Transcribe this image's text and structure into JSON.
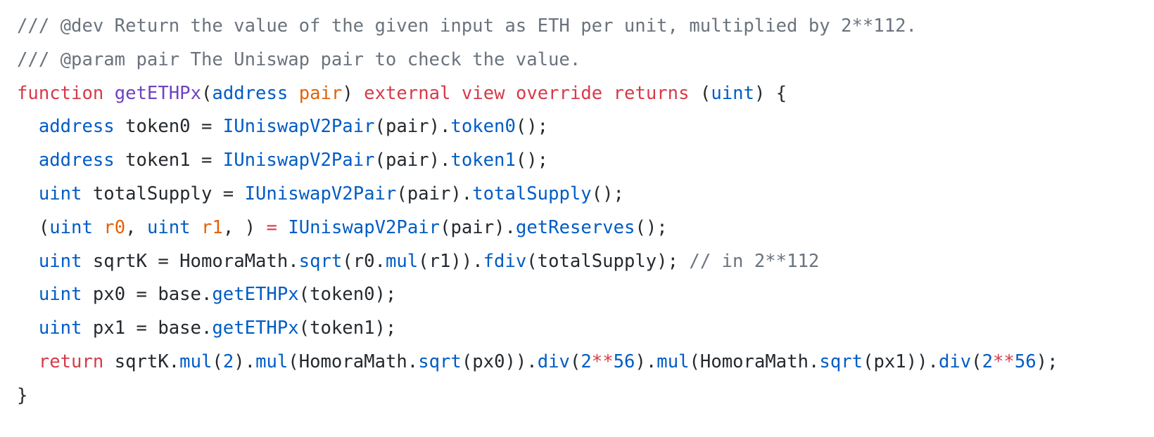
{
  "colors": {
    "comment": "#6a737d",
    "keyword": "#d73a49",
    "function_name": "#6f42c1",
    "type": "#005cc5",
    "parameter": "#e36209",
    "text": "#24292e",
    "background": "#ffffff"
  },
  "code": {
    "language": "solidity",
    "lines": [
      {
        "tokens": [
          {
            "t": "comment",
            "v": "/// @dev Return the value of the given input as ETH per unit, multiplied by 2**112."
          }
        ]
      },
      {
        "tokens": [
          {
            "t": "comment",
            "v": "/// @param pair The Uniswap pair to check the value."
          }
        ]
      },
      {
        "tokens": [
          {
            "t": "keyword",
            "v": "function"
          },
          {
            "t": "plain",
            "v": " "
          },
          {
            "t": "fn-name",
            "v": "getETHPx"
          },
          {
            "t": "plain",
            "v": "("
          },
          {
            "t": "type",
            "v": "address"
          },
          {
            "t": "plain",
            "v": " "
          },
          {
            "t": "param",
            "v": "pair"
          },
          {
            "t": "plain",
            "v": ") "
          },
          {
            "t": "keyword",
            "v": "external"
          },
          {
            "t": "plain",
            "v": " "
          },
          {
            "t": "keyword",
            "v": "view"
          },
          {
            "t": "plain",
            "v": " "
          },
          {
            "t": "keyword",
            "v": "override"
          },
          {
            "t": "plain",
            "v": " "
          },
          {
            "t": "keyword",
            "v": "returns"
          },
          {
            "t": "plain",
            "v": " ("
          },
          {
            "t": "type",
            "v": "uint"
          },
          {
            "t": "plain",
            "v": ") {"
          }
        ]
      },
      {
        "tokens": [
          {
            "t": "plain",
            "v": "  "
          },
          {
            "t": "type",
            "v": "address"
          },
          {
            "t": "plain",
            "v": " token0 = "
          },
          {
            "t": "call",
            "v": "IUniswapV2Pair"
          },
          {
            "t": "plain",
            "v": "(pair)."
          },
          {
            "t": "call",
            "v": "token0"
          },
          {
            "t": "plain",
            "v": "();"
          }
        ]
      },
      {
        "tokens": [
          {
            "t": "plain",
            "v": "  "
          },
          {
            "t": "type",
            "v": "address"
          },
          {
            "t": "plain",
            "v": " token1 = "
          },
          {
            "t": "call",
            "v": "IUniswapV2Pair"
          },
          {
            "t": "plain",
            "v": "(pair)."
          },
          {
            "t": "call",
            "v": "token1"
          },
          {
            "t": "plain",
            "v": "();"
          }
        ]
      },
      {
        "tokens": [
          {
            "t": "plain",
            "v": "  "
          },
          {
            "t": "type",
            "v": "uint"
          },
          {
            "t": "plain",
            "v": " totalSupply = "
          },
          {
            "t": "call",
            "v": "IUniswapV2Pair"
          },
          {
            "t": "plain",
            "v": "(pair)."
          },
          {
            "t": "call",
            "v": "totalSupply"
          },
          {
            "t": "plain",
            "v": "();"
          }
        ]
      },
      {
        "tokens": [
          {
            "t": "plain",
            "v": "  ("
          },
          {
            "t": "type",
            "v": "uint"
          },
          {
            "t": "plain",
            "v": " "
          },
          {
            "t": "param",
            "v": "r0"
          },
          {
            "t": "plain",
            "v": ", "
          },
          {
            "t": "type",
            "v": "uint"
          },
          {
            "t": "plain",
            "v": " "
          },
          {
            "t": "param",
            "v": "r1"
          },
          {
            "t": "plain",
            "v": ", ) "
          },
          {
            "t": "op",
            "v": "="
          },
          {
            "t": "plain",
            "v": " "
          },
          {
            "t": "call",
            "v": "IUniswapV2Pair"
          },
          {
            "t": "plain",
            "v": "(pair)."
          },
          {
            "t": "call",
            "v": "getReserves"
          },
          {
            "t": "plain",
            "v": "();"
          }
        ]
      },
      {
        "tokens": [
          {
            "t": "plain",
            "v": "  "
          },
          {
            "t": "type",
            "v": "uint"
          },
          {
            "t": "plain",
            "v": " sqrtK = HomoraMath."
          },
          {
            "t": "call",
            "v": "sqrt"
          },
          {
            "t": "plain",
            "v": "(r0."
          },
          {
            "t": "call",
            "v": "mul"
          },
          {
            "t": "plain",
            "v": "(r1))."
          },
          {
            "t": "call",
            "v": "fdiv"
          },
          {
            "t": "plain",
            "v": "(totalSupply); "
          },
          {
            "t": "comment",
            "v": "// in 2**112"
          }
        ]
      },
      {
        "tokens": [
          {
            "t": "plain",
            "v": "  "
          },
          {
            "t": "type",
            "v": "uint"
          },
          {
            "t": "plain",
            "v": " px0 = base."
          },
          {
            "t": "call",
            "v": "getETHPx"
          },
          {
            "t": "plain",
            "v": "(token0);"
          }
        ]
      },
      {
        "tokens": [
          {
            "t": "plain",
            "v": "  "
          },
          {
            "t": "type",
            "v": "uint"
          },
          {
            "t": "plain",
            "v": " px1 = base."
          },
          {
            "t": "call",
            "v": "getETHPx"
          },
          {
            "t": "plain",
            "v": "(token1);"
          }
        ]
      },
      {
        "tokens": [
          {
            "t": "plain",
            "v": "  "
          },
          {
            "t": "keyword",
            "v": "return"
          },
          {
            "t": "plain",
            "v": " sqrtK."
          },
          {
            "t": "call",
            "v": "mul"
          },
          {
            "t": "plain",
            "v": "("
          },
          {
            "t": "number",
            "v": "2"
          },
          {
            "t": "plain",
            "v": ")."
          },
          {
            "t": "call",
            "v": "mul"
          },
          {
            "t": "plain",
            "v": "(HomoraMath."
          },
          {
            "t": "call",
            "v": "sqrt"
          },
          {
            "t": "plain",
            "v": "(px0))."
          },
          {
            "t": "call",
            "v": "div"
          },
          {
            "t": "plain",
            "v": "("
          },
          {
            "t": "number",
            "v": "2"
          },
          {
            "t": "op",
            "v": "**"
          },
          {
            "t": "number",
            "v": "56"
          },
          {
            "t": "plain",
            "v": ")."
          },
          {
            "t": "call",
            "v": "mul"
          },
          {
            "t": "plain",
            "v": "(HomoraMath."
          },
          {
            "t": "call",
            "v": "sqrt"
          },
          {
            "t": "plain",
            "v": "(px1))."
          },
          {
            "t": "call",
            "v": "div"
          },
          {
            "t": "plain",
            "v": "("
          },
          {
            "t": "number",
            "v": "2"
          },
          {
            "t": "op",
            "v": "**"
          },
          {
            "t": "number",
            "v": "56"
          },
          {
            "t": "plain",
            "v": ");"
          }
        ]
      },
      {
        "tokens": [
          {
            "t": "plain",
            "v": "}"
          }
        ]
      }
    ]
  }
}
